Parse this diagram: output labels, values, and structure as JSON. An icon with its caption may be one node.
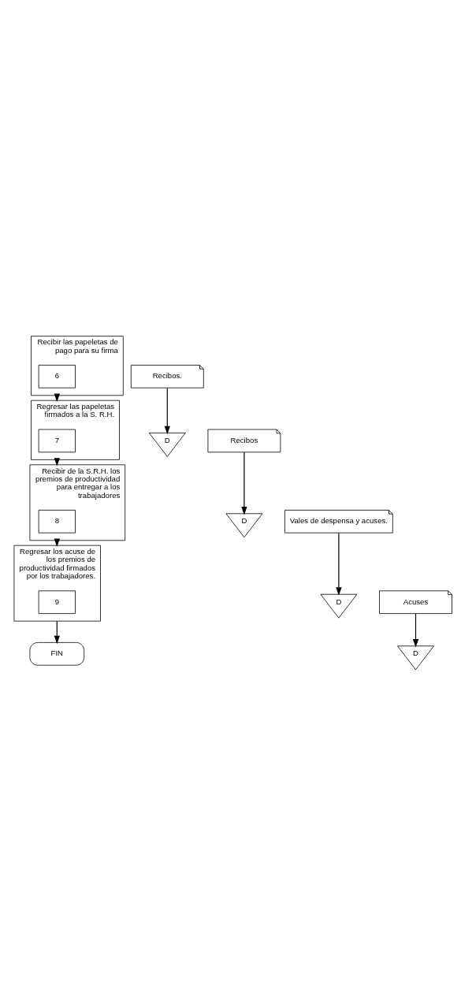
{
  "diagram": {
    "nodes": [
      {
        "text": [
          "Recibir las papeletas de pago para su firma"
        ]
      },
      {
        "text": [
          "6"
        ],
        "in": 0
      },
      {
        "text": [
          "Recibos."
        ]
      },
      {
        "text": [
          "D"
        ]
      },
      {
        "text": [
          "Regresar las papeletas firmados a la S. R.H."
        ]
      },
      {
        "text": [
          "7"
        ],
        "in": 4
      },
      {
        "text": [
          "Recibos"
        ]
      },
      {
        "text": [
          "D"
        ]
      },
      {
        "text": [
          "Recibir de la S.R.H. los premios de productividad para entregar a los trabajadores"
        ]
      },
      {
        "text": [
          "8"
        ],
        "in": 8
      },
      {
        "text": [
          "Vales de despensa y acuses."
        ]
      },
      {
        "text": [
          "D"
        ]
      },
      {
        "text": [
          "Regresar los acuse de los premios de productividad firmados por los trabajadores."
        ]
      },
      {
        "text": [
          "9"
        ],
        "in": 12
      },
      {
        "text": [
          "Acuses"
        ]
      },
      {
        "text": [
          "D"
        ]
      },
      {
        "text": [
          "FIN"
        ]
      }
    ],
    "edges": [
      {
        "from": 0,
        "to": 4,
        "arrow": "to"
      },
      {
        "from": 2,
        "to": 3,
        "arrow": "to"
      },
      {
        "from": 4,
        "to": 8,
        "arrow": "to"
      },
      {
        "from": 6,
        "to": 7,
        "arrow": "to"
      },
      {
        "from": 8,
        "to": 12,
        "arrow": "to"
      },
      {
        "from": 10,
        "to": 11,
        "arrow": "to"
      },
      {
        "from": 12,
        "to": 16,
        "arrow": "to"
      },
      {
        "from": 14,
        "to": 15,
        "arrow": "to"
      }
    ]
  }
}
